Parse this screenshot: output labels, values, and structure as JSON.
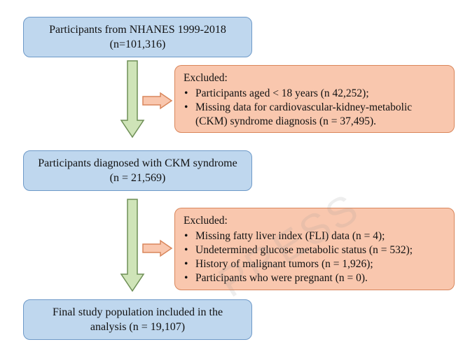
{
  "boxes": {
    "participants": {
      "line1": "Participants from NHANES 1999-2018",
      "line2": "(n=101,316)"
    },
    "ckm": {
      "line1": "Participants diagnosed with CKM syndrome",
      "line2": "(n = 21,569)"
    },
    "final": {
      "line1": "Final study population included in the",
      "line2": "analysis (n = 19,107)"
    }
  },
  "exclusions": {
    "first": {
      "heading": "Excluded:",
      "items": [
        "Participants aged < 18 years (n 42,252);",
        "Missing data for cardiovascular-kidney-metabolic (CKM) syndrome diagnosis (n = 37,495)."
      ]
    },
    "second": {
      "heading": "Excluded:",
      "items": [
        "Missing fatty liver index (FLI) data (n = 4);",
        "Undetermined glucose metabolic status (n = 532);",
        "History of malignant tumors (n = 1,926);",
        "Participants who were pregnant (n = 0)."
      ]
    },
    "bullet": "•"
  },
  "watermark": "PRESS",
  "colors": {
    "flow_box_fill": "#bfd7ee",
    "flow_box_border": "#6d99c8",
    "excluded_box_fill": "#f9c7ae",
    "excluded_box_border": "#d9865b",
    "down_arrow_fill": "#cfe4b8",
    "down_arrow_border": "#6e8f56",
    "right_arrow_fill": "#f9c7ae",
    "right_arrow_border": "#d9865b"
  }
}
